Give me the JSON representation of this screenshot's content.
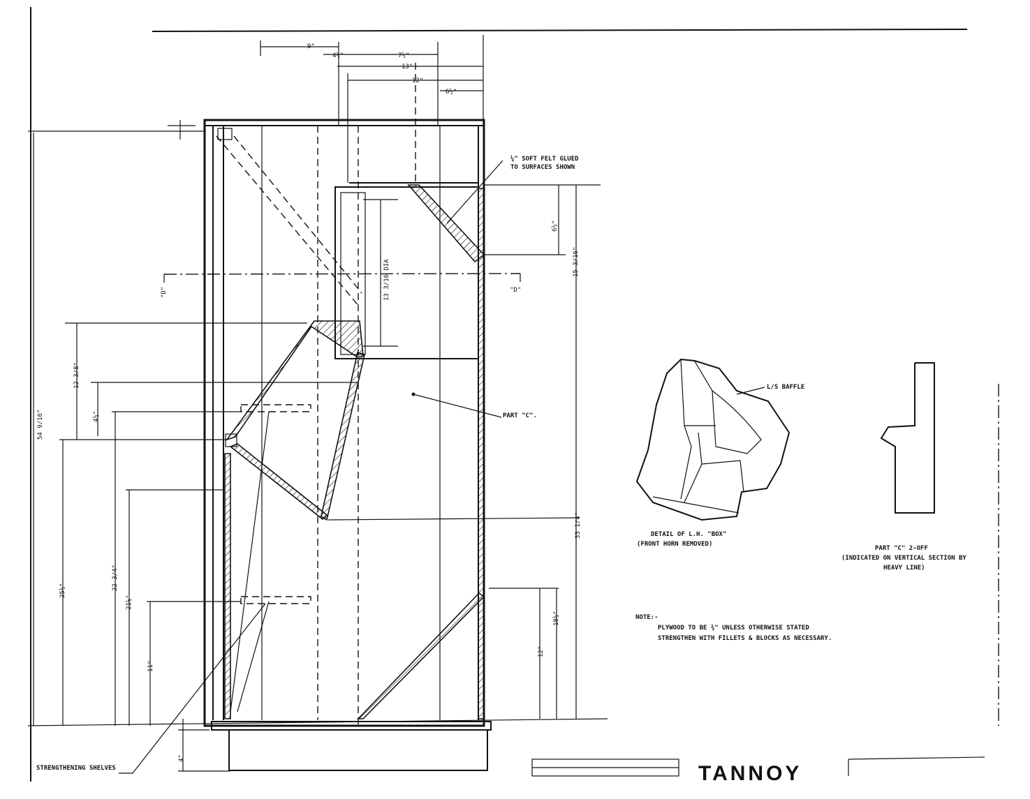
{
  "dimensions": {
    "top": [
      "9\"",
      "4½\"",
      "7½\"",
      "13\"",
      "12\"",
      "6½\""
    ],
    "left": [
      "54 9/16\"",
      "12 3/8\"",
      "4½\"",
      "25½\"",
      "22 3/4\"",
      "21¼\"",
      "11\"",
      "4\""
    ],
    "right": [
      "6½\"",
      "15 3/16\"",
      "33 1/4\"",
      "18½\"",
      "12\""
    ],
    "inner": "13 3/16 DIA"
  },
  "labels": {
    "felt": [
      "¼\" SOFT FELT GLUED",
      "TO SURFACES SHOWN"
    ],
    "section_left": "\"D\"",
    "section_right": "\"D\"",
    "part_c": "PART \"C\".",
    "shelves": "STRENGTHENING SHELVES",
    "baffle": "L/S BAFFLE",
    "detail_title": "DETAIL OF L.H. \"BOX\"",
    "detail_sub": "(FRONT HORN REMOVED)",
    "partc_title": "PART \"C\"   2-OFF",
    "partc_sub1": "(INDICATED ON VERTICAL SECTION BY",
    "partc_sub2": "HEAVY LINE)",
    "note_head": "NOTE:-",
    "note1": "PLYWOOD TO BE ¾\" UNLESS OTHERWISE STATED",
    "note2": "STRENGTHEN WITH FILLETS & BLOCKS AS NECESSARY.",
    "brand": "TANNOY"
  }
}
